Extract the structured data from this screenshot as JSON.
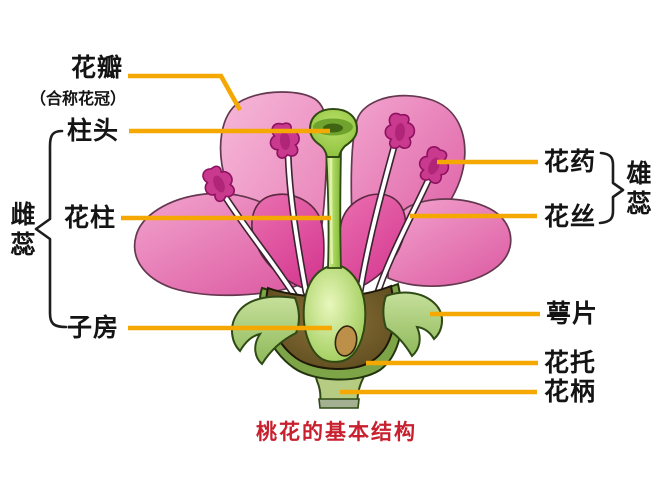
{
  "title": {
    "text": "桃花的基本结构"
  },
  "labels": {
    "petal": "花瓣",
    "petal_sub": "（合称花冠）",
    "stigma": "柱头",
    "style": "花柱",
    "ovary": "子房",
    "pistil_group": "雌蕊",
    "anther": "花药",
    "filament": "花丝",
    "stamen_group": "雄蕊",
    "sepal": "萼片",
    "receptacle": "花托",
    "pedicel": "花柄"
  },
  "colors": {
    "leader_line": "#F5A702",
    "bracket": "#1d1d1d",
    "label_text": "#141414",
    "title_red": "#C8202F",
    "petal_light": "#F3AAD1",
    "petal_dark": "#DC4897",
    "anther_magenta": "#C93A8F",
    "green_bright": "#9CCB45",
    "green_dark": "#4C7D1C",
    "receptacle_brown": "#6F5A28",
    "sepal_green": "#ACD17E",
    "ovule_tan": "#BD9049",
    "filament_white": "#FFFFFF"
  }
}
